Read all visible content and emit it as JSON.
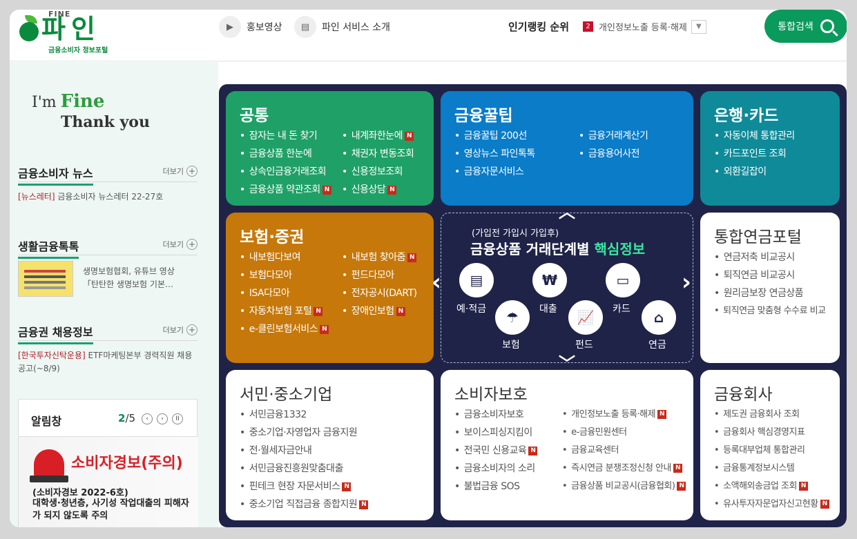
{
  "header": {
    "logo": {
      "fine": "FINE",
      "name": "파인",
      "sub": "금융소비자 정보포털"
    },
    "nav": [
      {
        "icon": "play-icon",
        "label": "홍보영상"
      },
      {
        "icon": "document-icon",
        "label": "파인 서비스 소개"
      }
    ],
    "ranking": {
      "title": "인기랭킹 순위",
      "number": "2",
      "item": "개인정보노출 등록·해제"
    },
    "search_label": "통합검색"
  },
  "left": {
    "thanks": {
      "im": "I'm",
      "fine": "Fine",
      "ty": "Thank you"
    },
    "more": "더보기",
    "news": {
      "title": "금융소비자 뉴스",
      "tag": "[뉴스레터]",
      "text": " 금융소비자 뉴스레터 22-27호"
    },
    "life": {
      "title": "생활금융톡톡",
      "line1": "생명보험협회, 유튜브 영상",
      "line2": "「탄탄한 생명보험 기본…"
    },
    "jobs": {
      "title": "금융권 채용정보",
      "tag": "[한국투자신탁운용]",
      "text": " ETF마케팅본부 경력직원 채용공고(~8/9)"
    },
    "alarm": {
      "title": "알림창",
      "page": "2",
      "total": "/5",
      "banner_title": "소비자경보(주의)",
      "banner_line1": "(소비자경보 2022-6호)",
      "banner_line2": "대학생·청년층, 사기성 작업대출의 피해자가 되지 않도록 주의"
    }
  },
  "tiles": {
    "common": {
      "title": "공통",
      "c1": [
        "잠자는 내 돈 찾기",
        "금융상품 한눈에",
        "상속인금융거래조회",
        "금융상품 약관조회"
      ],
      "c1n": [
        false,
        false,
        false,
        true
      ],
      "c2": [
        "내계좌한눈에",
        "채권자 변동조회",
        "신용정보조회",
        "신용상담"
      ],
      "c2n": [
        true,
        false,
        false,
        true
      ]
    },
    "tips": {
      "title": "금융꿀팁",
      "c1": [
        "금융꿀팁 200선",
        "영상뉴스 파인톡톡",
        "금융자문서비스"
      ],
      "c2": [
        "금융거래계산기",
        "금융용어사전"
      ]
    },
    "bank": {
      "title": "은행·카드",
      "c1": [
        "자동이체 통합관리",
        "카드포인트 조회",
        "외환길잡이"
      ]
    },
    "ins": {
      "title": "보험·증권",
      "c1": [
        "내보험다보여",
        "보험다모아",
        "ISA다모아",
        "자동차보험 포털",
        "e-클린보험서비스"
      ],
      "c1n": [
        false,
        false,
        false,
        true,
        true
      ],
      "c2": [
        "내보험 찾아줌",
        "펀드다모아",
        "전자공시(DART)",
        "장애인보험"
      ],
      "c2n": [
        true,
        false,
        false,
        true
      ]
    },
    "pension": {
      "title": "통합연금포털",
      "c1": [
        "연금저축 비교공시",
        "퇴직연금 비교공시",
        "원리금보장 연금상품",
        "퇴직연금 맞춤형 수수료 비교"
      ]
    },
    "smb": {
      "title": "서민·중소기업",
      "c1": [
        "서민금융1332",
        "중소기업·자영업자 금융지원",
        "전·월세자금안내",
        "서민금융진흥원맞춤대출",
        "핀테크 현장 자문서비스",
        "중소기업 직접금융 종합지원"
      ],
      "c1n": [
        false,
        false,
        false,
        false,
        true,
        true
      ]
    },
    "consumer": {
      "title": "소비자보호",
      "c1": [
        "금융소비자보호",
        "보이스피싱지킴이",
        "전국민 신용교육",
        "금융소비자의 소리",
        "불법금융 SOS"
      ],
      "c1n": [
        false,
        false,
        true,
        false,
        false
      ],
      "c2": [
        "개인정보노출 등록·해제",
        "e-금융민원센터",
        "금융교육센터",
        "즉시연금 분쟁조정신청 안내",
        "금융상품 비교공시(금융협회)"
      ],
      "c2n": [
        true,
        false,
        false,
        true,
        true
      ]
    },
    "company": {
      "title": "금융회사",
      "c1": [
        "제도권 금융회사 조회",
        "금융회사 핵심경영지표",
        "등록대부업체 통합관리",
        "금융통계정보시스템",
        "소액해외송금업 조회",
        "유사투자자문업자신고현황"
      ],
      "c1n": [
        false,
        false,
        false,
        false,
        true,
        true
      ]
    }
  },
  "core": {
    "pre": "(가입전 가입시 가입후)",
    "head": "금융상품 거래단계별 ",
    "highlight": "핵심정보",
    "items": [
      "예·적금",
      "대출",
      "카드",
      "보험",
      "펀드",
      "연금"
    ]
  },
  "colors": {
    "green": "#0a9a5c",
    "common": "#1fa067",
    "tips": "#0a7cc8",
    "bank": "#0f8a98",
    "ins": "#c6780a",
    "board": "#1f2348"
  }
}
